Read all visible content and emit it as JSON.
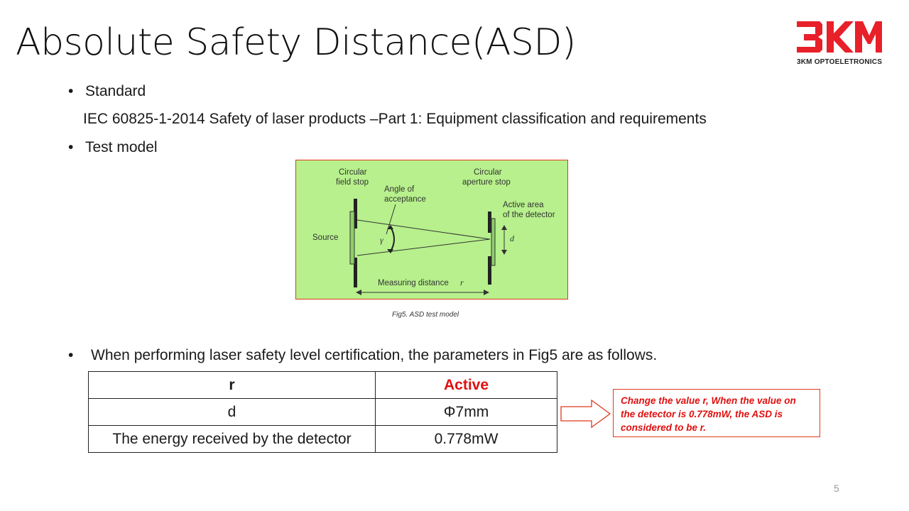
{
  "slide": {
    "title": "Absolute Safety Distance(ASD)",
    "page_number": "5"
  },
  "logo": {
    "mark_text": "3KM",
    "caption": "3KM OPTOELETRONICS",
    "color": "#e8202a"
  },
  "bullets": {
    "standard_label": "Standard",
    "standard_text": "IEC 60825-1-2014 Safety of laser products –Part 1: Equipment classification and requirements",
    "test_model_label": "Test model",
    "certification_text": "When performing laser safety level certification, the parameters in Fig5 are as follows."
  },
  "figure": {
    "background": "#b7f08c",
    "border_color": "#e0391d",
    "labels": {
      "field_stop_1": "Circular",
      "field_stop_2": "field stop",
      "aperture_stop_1": "Circular",
      "aperture_stop_2": "aperture stop",
      "angle_1": "Angle of",
      "angle_2": "acceptance",
      "active_area_1": "Active area",
      "active_area_2": "of the detector",
      "source": "Source",
      "gamma": "γ",
      "d": "d",
      "measuring_distance": "Measuring distance",
      "r": "r"
    },
    "caption": "Fig5. ASD test model"
  },
  "table": {
    "header": [
      "r",
      "Active"
    ],
    "rows": [
      [
        "d",
        "Φ7mm"
      ],
      [
        "The energy received by the detector",
        "0.778mW"
      ]
    ]
  },
  "note": {
    "text": "Change the value r, When the value on the detector is 0.778mW, the ASD is considered to be r.",
    "color": "#e01010"
  }
}
